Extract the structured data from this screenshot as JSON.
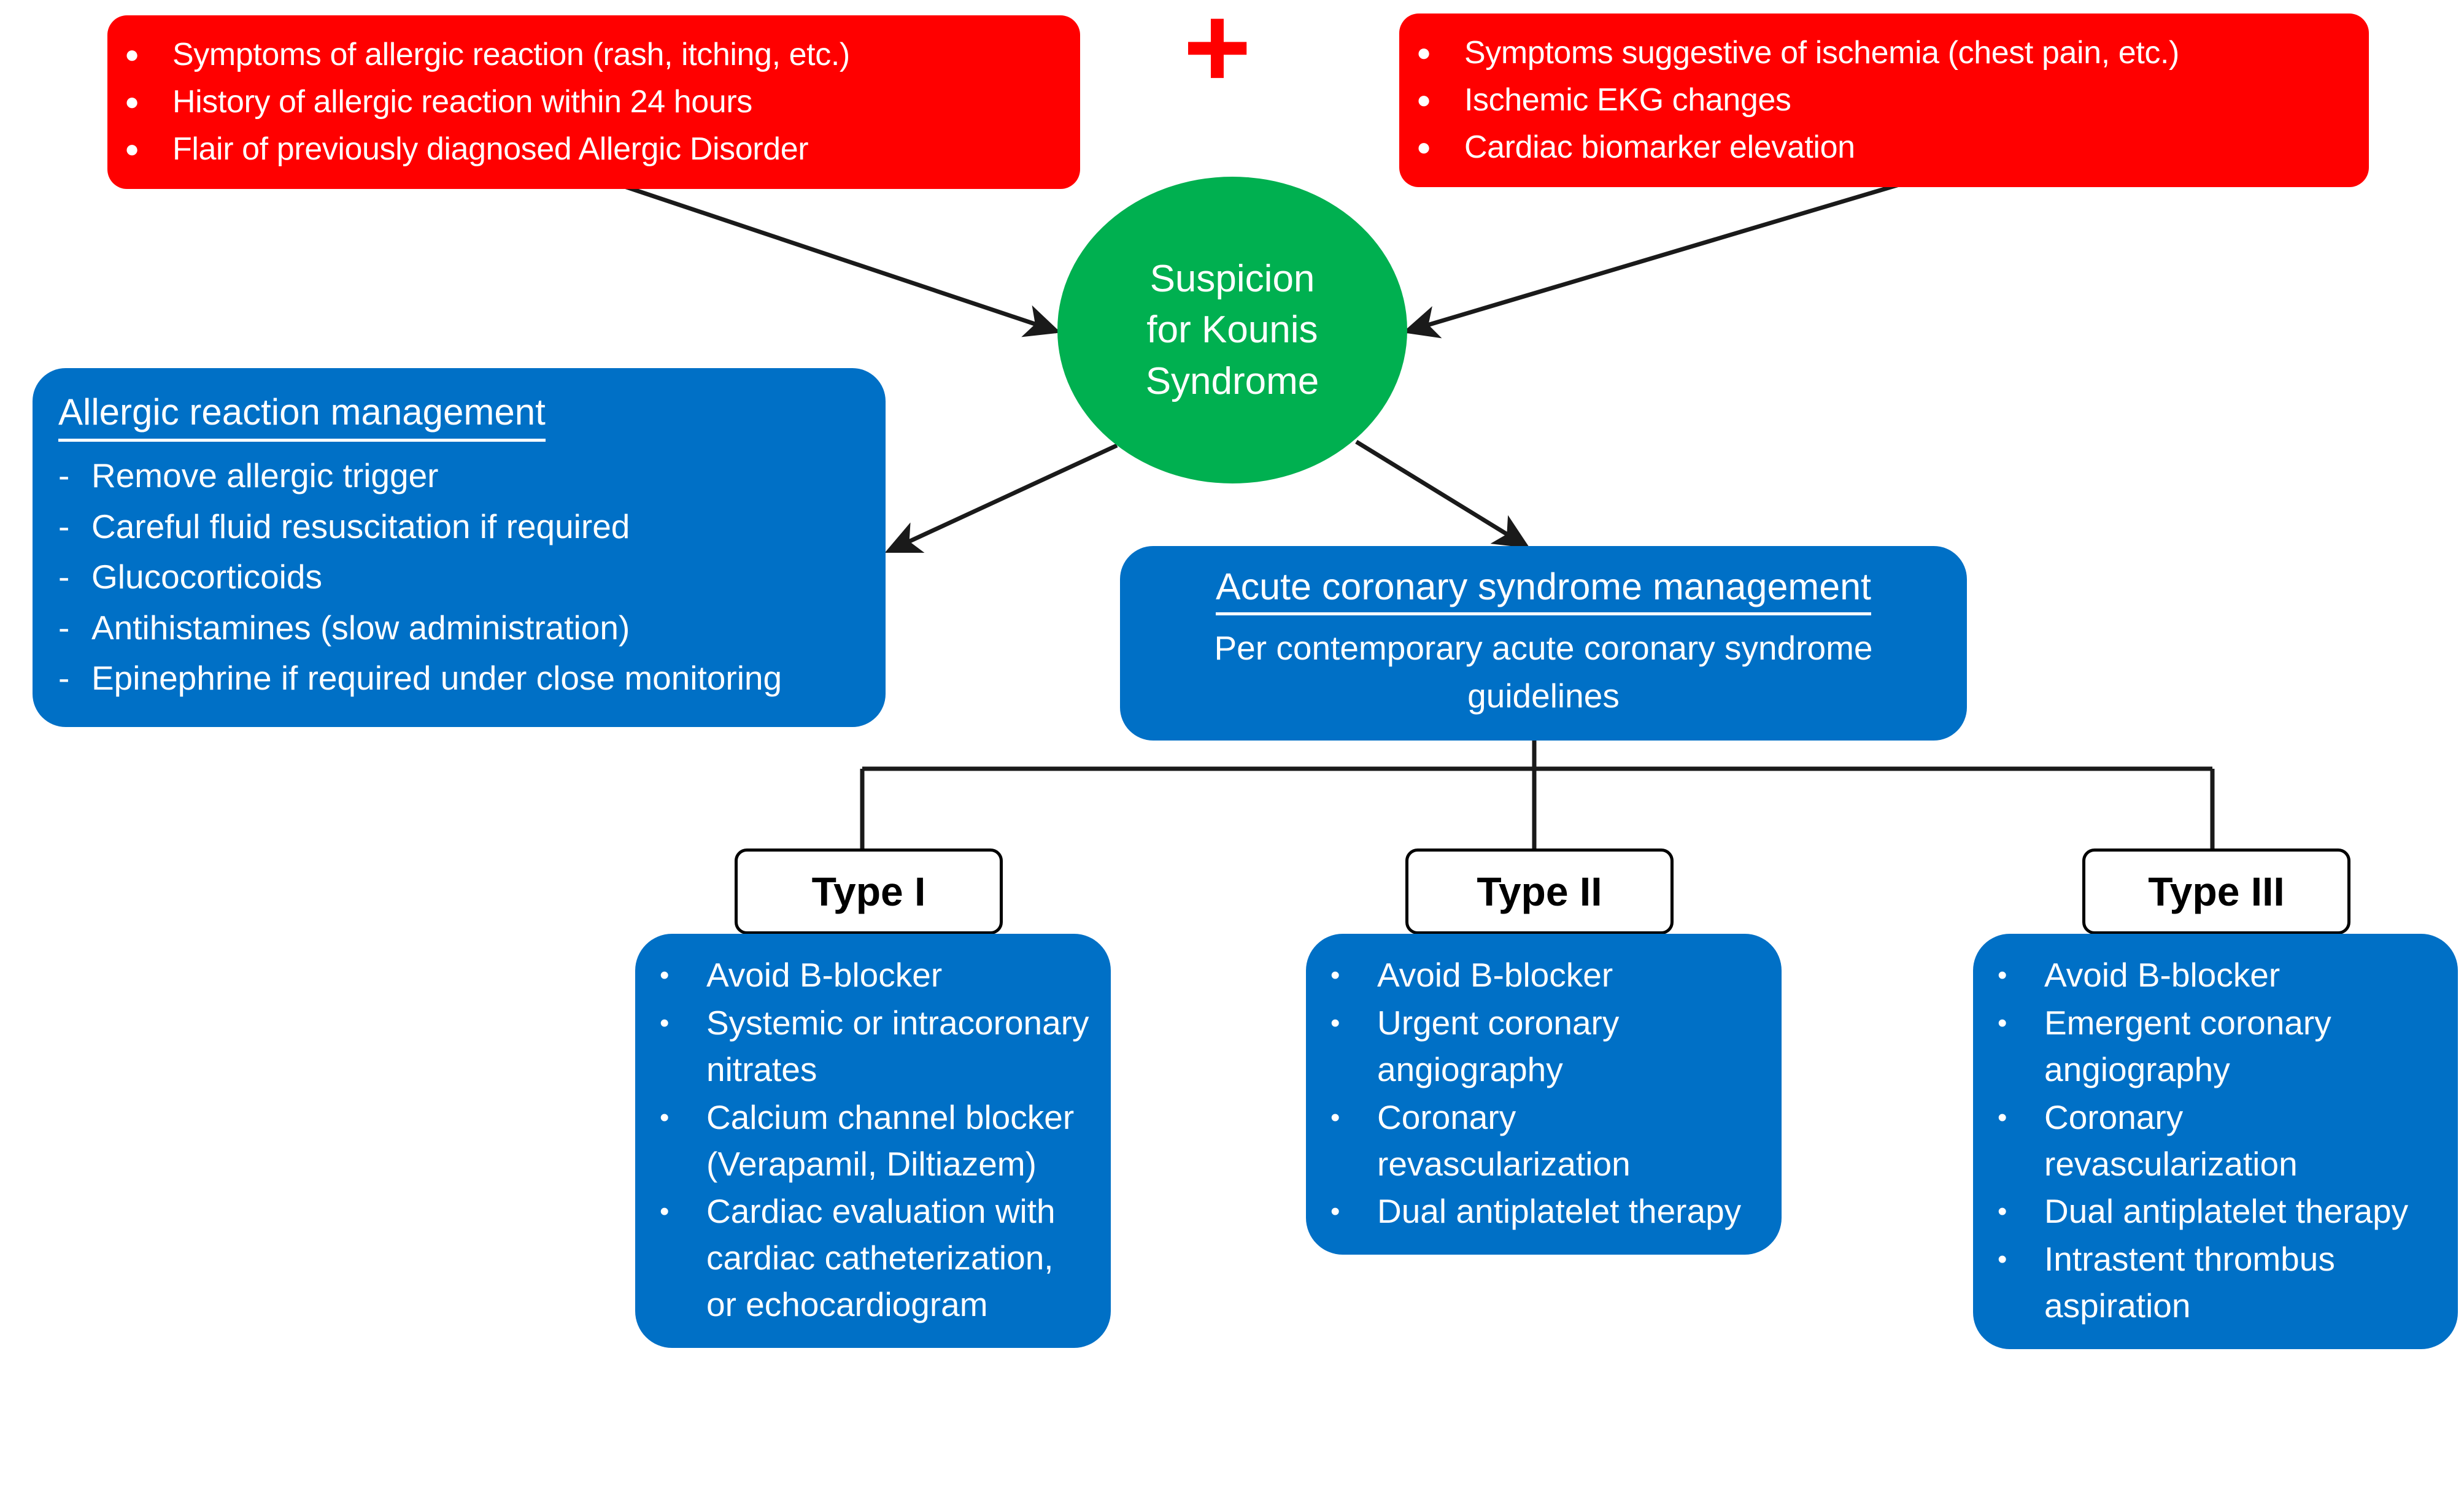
{
  "criteria": {
    "allergic": {
      "name": "allergic-criteria",
      "color": "#FF0000",
      "items": [
        "Symptoms of allergic reaction (rash, itching, etc.)",
        "History of allergic reaction within 24 hours",
        "Flair of previously diagnosed Allergic Disorder"
      ]
    },
    "conjunction": "+",
    "ischemic": {
      "name": "ischemic-criteria",
      "color": "#FF0000",
      "items": [
        "Symptoms suggestive of ischemia (chest pain, etc.)",
        "Ischemic EKG changes",
        "Cardiac biomarker elevation"
      ]
    }
  },
  "center": {
    "label": "Suspicion for Kounis Syndrome",
    "line1": "Suspicion",
    "line2": "for Kounis",
    "line3": "Syndrome",
    "color": "#00B050"
  },
  "allergic_management": {
    "heading": "Allergic reaction management",
    "color": "#0070C6",
    "bullet": "-",
    "items": [
      "Remove allergic trigger",
      "Careful fluid resuscitation if required",
      "Glucocorticoids",
      "Antihistamines (slow administration)",
      "Epinephrine if required under close monitoring"
    ]
  },
  "acs_management": {
    "heading": "Acute coronary syndrome management",
    "subtitle": "Per contemporary acute coronary syndrome guidelines",
    "color": "#0070C6"
  },
  "types": [
    {
      "label": "Type I",
      "color": "#0070C6",
      "bullet": "•",
      "items": [
        "Avoid B-blocker",
        "Systemic or intracoronary nitrates",
        "Calcium channel blocker (Verapamil, Diltiazem)",
        "Cardiac evaluation with cardiac catheterization, or echocardiogram"
      ]
    },
    {
      "label": "Type II",
      "color": "#0070C6",
      "bullet": "•",
      "items": [
        "Avoid B-blocker",
        "Urgent coronary angiography",
        "Coronary revascularization",
        "Dual antiplatelet therapy"
      ]
    },
    {
      "label": "Type III",
      "color": "#0070C6",
      "bullet": "•",
      "items": [
        "Avoid B-blocker",
        "Emergent coronary angiography",
        "Coronary revascularization",
        "Dual antiplatelet therapy",
        "Intrastent thrombus aspiration"
      ]
    }
  ]
}
